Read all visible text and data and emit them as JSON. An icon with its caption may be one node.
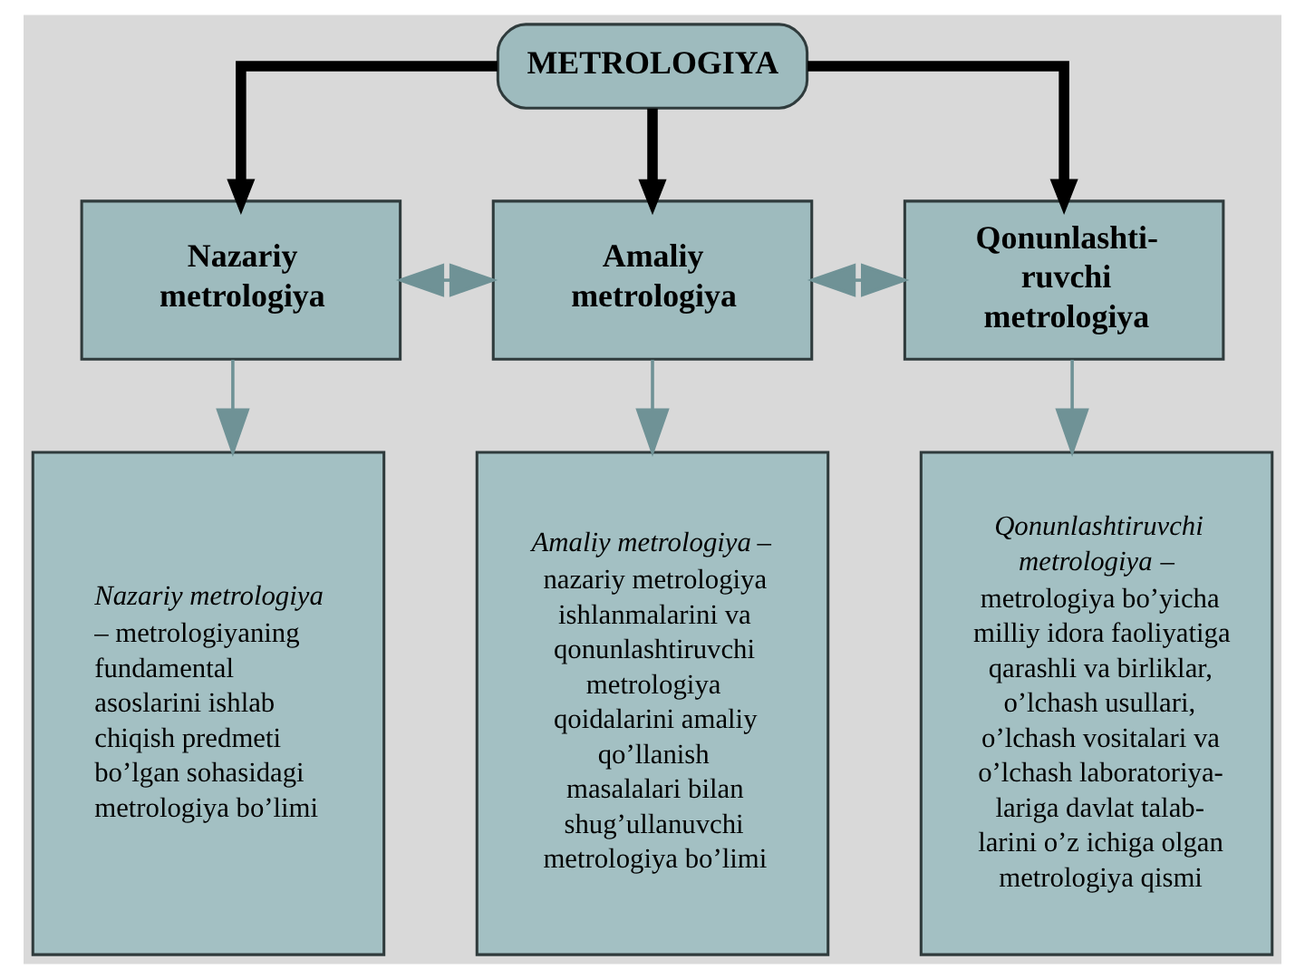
{
  "diagram": {
    "nodes": [
      {
        "text": [
          "METROLOGIYA"
        ]
      },
      {
        "text": [
          "Nazariy metrologiya"
        ]
      },
      {
        "text": [
          "Amaliy metrologiya"
        ]
      },
      {
        "text": [
          "Qonunlashti- ruvchi metrologiya"
        ]
      },
      {
        "text": [
          "*Nazariy metrologiya* – metrologiyaning fundamental asoslarini ishlab chiqish predmeti bo’lgan sohasidagi metrologiya bo’limi"
        ]
      },
      {
        "text": [
          "*Amaliy metrologiya* – nazariy metrologiya ishlanmalarini va qonunlashtiruvchi metrologiya qoidalarini amaliy qo’llanish masalalari bilan shug’ullanuvchi metrologiya bo’limi"
        ]
      },
      {
        "text": [
          "*Qonunlashtiruvchi metrologiya* – metrologiya bo’yicha milliy idora faoliyatiga qarashli va birliklar, o’lchash usullari, o’lchash vositalari va o’lchash laboratoriya- lariga davlat talab- larini o’z ichiga olgan metrologiya qismi"
        ]
      }
    ],
    "edges": [
      {
        "from": 0,
        "to": 1,
        "arrow": "to",
        "style": "thick",
        "color": "#000000"
      },
      {
        "from": 0,
        "to": 2,
        "arrow": "to",
        "style": "thick",
        "color": "#000000"
      },
      {
        "from": 0,
        "to": 3,
        "arrow": "to",
        "style": "thick",
        "color": "#000000"
      },
      {
        "from": 1,
        "to": 2,
        "arrow": "both"
      },
      {
        "from": 2,
        "to": 3,
        "arrow": "both"
      },
      {
        "from": 1,
        "to": 4,
        "arrow": "to"
      },
      {
        "from": 2,
        "to": 5,
        "arrow": "to"
      },
      {
        "from": 3,
        "to": 6,
        "arrow": "to"
      }
    ]
  }
}
